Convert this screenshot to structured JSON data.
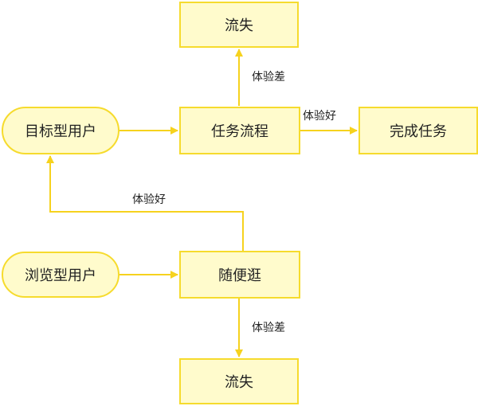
{
  "diagram": {
    "nodes": {
      "target_user": "目标型用户",
      "browse_user": "浏览型用户",
      "task_flow": "任务流程",
      "complete_task": "完成任务",
      "casual_browse": "随便逛",
      "churn_top": "流失",
      "churn_bottom": "流失"
    },
    "edge_labels": {
      "task_to_churn": "体验差",
      "task_to_complete": "体验好",
      "browse_to_target": "体验好",
      "browse_to_churn": "体验差"
    }
  },
  "colors": {
    "node_fill": "#FFFBCC",
    "node_border": "#F6DB2D",
    "arrow": "#F6D21E"
  }
}
